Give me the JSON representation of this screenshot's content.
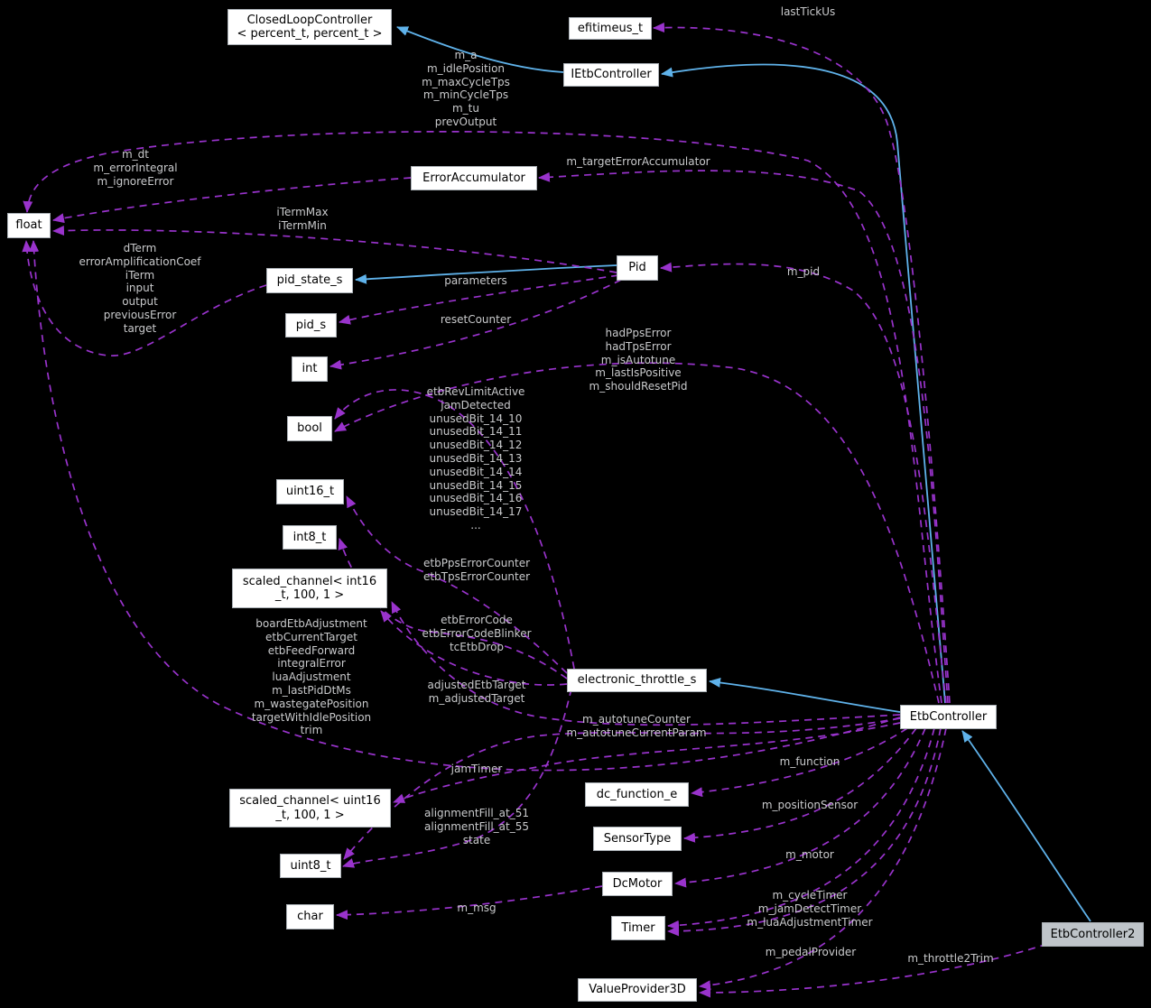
{
  "diagram": {
    "type": "class-collaboration-graph",
    "colors": {
      "background": "#000000",
      "node_fill": "#ffffff",
      "node_fill_active": "#bfc4c9",
      "node_border": "#aab0b6",
      "node_text": "#000000",
      "edge_dashed": "#9933cc",
      "edge_solid": "#5fb2ea",
      "edge_label_text": "#c9cacc"
    },
    "nodes": [
      {
        "id": "closed-loop-controller",
        "label": "ClosedLoopController\n< percent_t, percent_t >"
      },
      {
        "id": "efitimeus_t",
        "label": "efitimeus_t"
      },
      {
        "id": "ietbcontroller",
        "label": "IEtbController"
      },
      {
        "id": "error-accumulator",
        "label": "ErrorAccumulator"
      },
      {
        "id": "float",
        "label": "float"
      },
      {
        "id": "pid_state_s",
        "label": "pid_state_s"
      },
      {
        "id": "pid",
        "label": "Pid"
      },
      {
        "id": "pid_s",
        "label": "pid_s"
      },
      {
        "id": "int",
        "label": "int"
      },
      {
        "id": "bool",
        "label": "bool"
      },
      {
        "id": "uint16_t",
        "label": "uint16_t"
      },
      {
        "id": "int8_t",
        "label": "int8_t"
      },
      {
        "id": "scaled-channel-int16",
        "label": "scaled_channel< int16\n_t, 100, 1 >"
      },
      {
        "id": "electronic_throttle_s",
        "label": "electronic_throttle_s"
      },
      {
        "id": "etbcontroller",
        "label": "EtbController"
      },
      {
        "id": "scaled-channel-uint16",
        "label": "scaled_channel< uint16\n_t, 100, 1 >"
      },
      {
        "id": "dc_function_e",
        "label": "dc_function_e"
      },
      {
        "id": "sensortype",
        "label": "SensorType"
      },
      {
        "id": "uint8_t",
        "label": "uint8_t"
      },
      {
        "id": "dcmotor",
        "label": "DcMotor"
      },
      {
        "id": "char",
        "label": "char"
      },
      {
        "id": "timer",
        "label": "Timer"
      },
      {
        "id": "etbcontroller2",
        "label": "EtbController2"
      },
      {
        "id": "valueprovider3d",
        "label": "ValueProvider3D"
      }
    ],
    "edge_labels": [
      {
        "id": "lastTickUs",
        "text": "lastTickUs"
      },
      {
        "id": "m_a-bundle",
        "text": "m_a\nm_idlePosition\nm_maxCycleTps\nm_minCycleTps\nm_tu\nprevOutput"
      },
      {
        "id": "m_dt-bundle",
        "text": "m_dt\nm_errorIntegral\nm_ignoreError"
      },
      {
        "id": "m_targetErrorAccumulator",
        "text": "m_targetErrorAccumulator"
      },
      {
        "id": "iTerm-bundle",
        "text": "iTermMax\niTermMin"
      },
      {
        "id": "m_pid",
        "text": "m_pid"
      },
      {
        "id": "dTerm-bundle",
        "text": "dTerm\nerrorAmplificationCoef\niTerm\ninput\noutput\npreviousError\ntarget"
      },
      {
        "id": "parameters",
        "text": "parameters"
      },
      {
        "id": "resetCounter",
        "text": "resetCounter"
      },
      {
        "id": "hadPps-bundle",
        "text": "hadPpsError\nhadTpsError\nm_isAutotune\nm_lastIsPositive\nm_shouldResetPid"
      },
      {
        "id": "etbRevLimit-bundle",
        "text": "etbRevLimitActive\njamDetected\nunusedBit_14_10\nunusedBit_14_11\nunusedBit_14_12\nunusedBit_14_13\nunusedBit_14_14\nunusedBit_14_15\nunusedBit_14_16\nunusedBit_14_17\n..."
      },
      {
        "id": "etbPps-bundle",
        "text": "etbPpsErrorCounter\netbTpsErrorCounter"
      },
      {
        "id": "etbErrorCode-bundle",
        "text": "etbErrorCode\netbErrorCodeBlinker\ntcEtbDrop"
      },
      {
        "id": "boardEtb-bundle",
        "text": "boardEtbAdjustment\netbCurrentTarget\netbFeedForward\nintegralError\nluaAdjustment\nm_lastPidDtMs\nm_wastegatePosition\ntargetWithIdlePosition\ntrim"
      },
      {
        "id": "adjusted-bundle",
        "text": "adjustedEtbTarget\nm_adjustedTarget"
      },
      {
        "id": "m_autotune-bundle",
        "text": "m_autotuneCounter\nm_autotuneCurrentParam"
      },
      {
        "id": "m_function",
        "text": "m_function"
      },
      {
        "id": "jamTimer",
        "text": "jamTimer"
      },
      {
        "id": "m_positionSensor",
        "text": "m_positionSensor"
      },
      {
        "id": "alignmentFill-bundle",
        "text": "alignmentFill_at_51\nalignmentFill_at_55\nstate"
      },
      {
        "id": "m_motor",
        "text": "m_motor"
      },
      {
        "id": "m_cycleTimer-bundle",
        "text": "m_cycleTimer\nm_jamDetectTimer\nm_luaAdjustmentTimer"
      },
      {
        "id": "m_msg",
        "text": "m_msg"
      },
      {
        "id": "m_pedalProvider",
        "text": "m_pedalProvider"
      },
      {
        "id": "m_throttle2Trim",
        "text": "m_throttle2Trim"
      }
    ]
  }
}
